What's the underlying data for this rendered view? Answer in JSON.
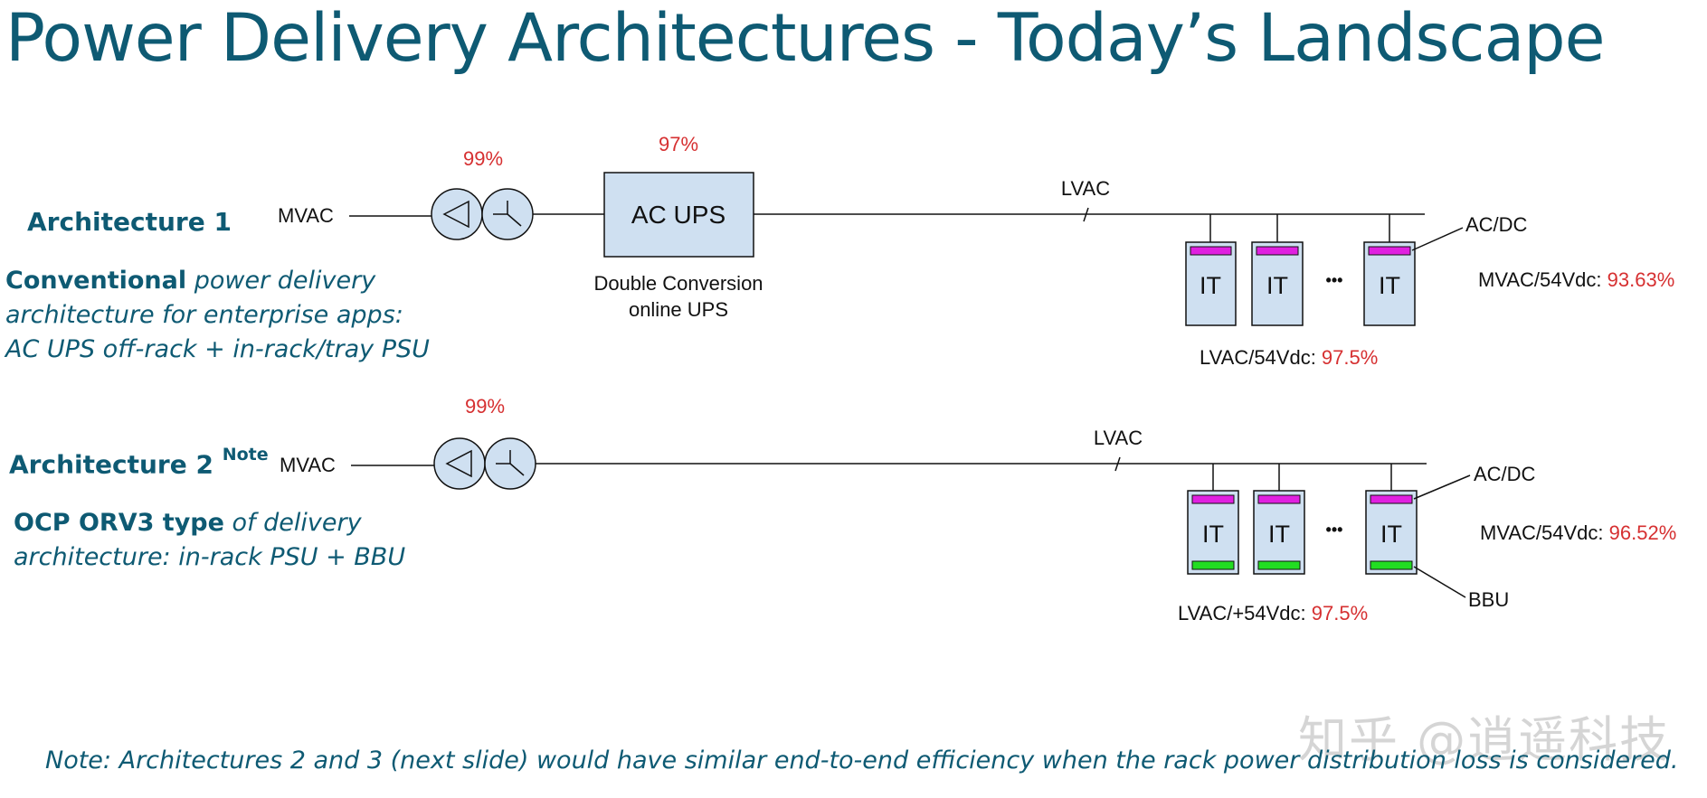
{
  "title": "Power Delivery Architectures - Today’s Landscape",
  "architecture_1": {
    "heading": "Architecture 1",
    "desc_bold": "Conventional",
    "desc_line1_rest": " power delivery",
    "desc_line2": "architecture for enterprise apps:",
    "desc_line3": "AC UPS off-rack + in-rack/tray PSU",
    "mvac_label": "MVAC",
    "transformer_eff": "99%",
    "ups_eff": "97%",
    "ups_label": "AC UPS",
    "ups_caption_line1": "Double Conversion",
    "ups_caption_line2": "online UPS",
    "lvac_label": "LVAC",
    "acdc_label": "AC/DC",
    "it_label": "IT",
    "dots": "•••",
    "lvac_54_label": "LVAC/54Vdc: ",
    "lvac_54_value": "97.5%",
    "mvac_54_label": "MVAC/54Vdc: ",
    "mvac_54_value": "93.63%"
  },
  "architecture_2": {
    "heading": "Architecture 2",
    "heading_sup": "Note",
    "desc_bold": "OCP ORV3 type",
    "desc_line1_rest": " of delivery",
    "desc_line2": "architecture: in-rack PSU + BBU",
    "mvac_label": "MVAC",
    "transformer_eff": "99%",
    "lvac_label": "LVAC",
    "acdc_label": "AC/DC",
    "bbu_label": "BBU",
    "it_label": "IT",
    "dots": "•••",
    "lvac_54_label": "LVAC/+54Vdc: ",
    "lvac_54_value": "97.5%",
    "mvac_54_label": "MVAC/54Vdc: ",
    "mvac_54_value": "96.52%"
  },
  "note": "Note: Architectures 2 and 3 (next slide) would have similar end-to-end efficiency when the rack power distribution loss is considered.",
  "watermark": "知乎 @逍遥科技",
  "colors": {
    "heading": "#0e5a73",
    "efficiency": "#d63031",
    "box_fill": "#cfe0f1",
    "psu_bar": "#e020e0",
    "bbu_bar": "#22dd22"
  }
}
